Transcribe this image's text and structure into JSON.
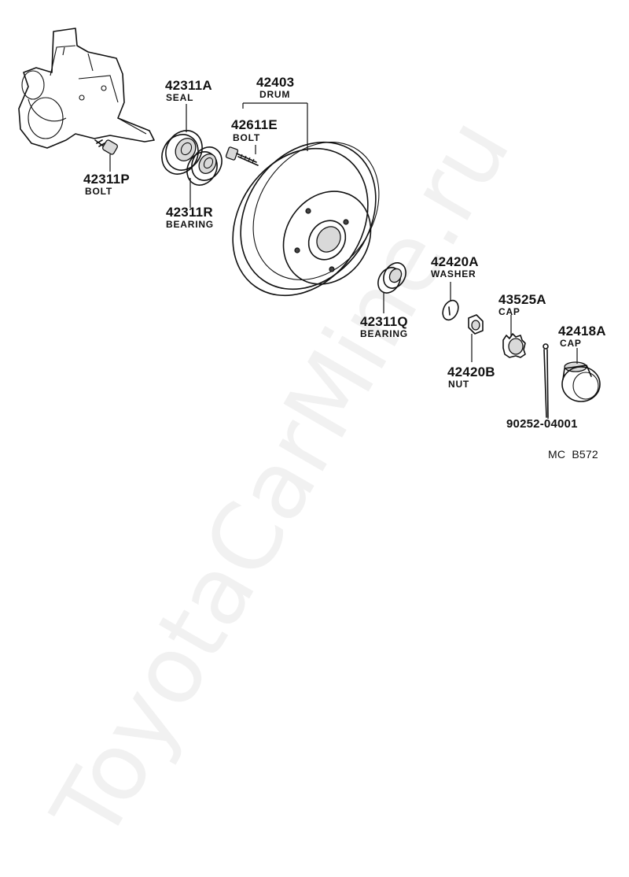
{
  "parts": [
    {
      "id": "p42311A",
      "number": "42311A",
      "name": "SEAL"
    },
    {
      "id": "p42403",
      "number": "42403",
      "name": "DRUM"
    },
    {
      "id": "p42611E",
      "number": "42611E",
      "name": "BOLT"
    },
    {
      "id": "p42311P",
      "number": "42311P",
      "name": "BOLT"
    },
    {
      "id": "p42311R",
      "number": "42311R",
      "name": "BEARING"
    },
    {
      "id": "p42420A",
      "number": "42420A",
      "name": "WASHER"
    },
    {
      "id": "p43525A",
      "number": "43525A",
      "name": "CAP"
    },
    {
      "id": "p42418A",
      "number": "42418A",
      "name": "CAP"
    },
    {
      "id": "p42311Q",
      "number": "42311Q",
      "name": "BEARING"
    },
    {
      "id": "p42420B",
      "number": "42420B",
      "name": "NUT"
    },
    {
      "id": "p9025204001",
      "number": "90252-04001",
      "name": ""
    }
  ],
  "diagram_code": "MC  B572",
  "watermark": "ToyotaCarMine.ru"
}
